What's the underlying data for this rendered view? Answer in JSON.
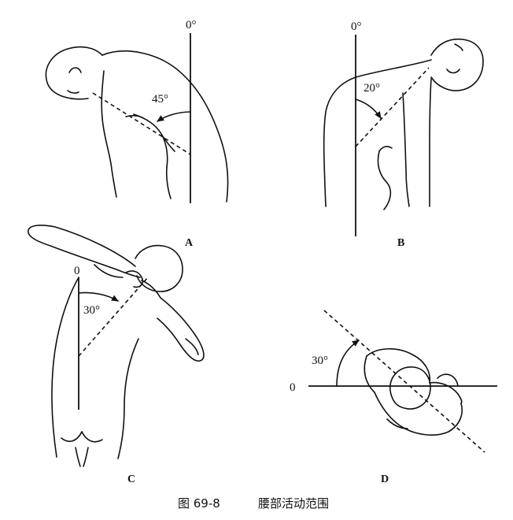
{
  "panels": {
    "a": {
      "letter": "A",
      "zero_label": "0°",
      "angle_label": "45°"
    },
    "b": {
      "letter": "B",
      "zero_label": "0°",
      "angle_label": "20°"
    },
    "c": {
      "letter": "C",
      "zero_label": "0",
      "angle_label": "30°"
    },
    "d": {
      "letter": "D",
      "zero_label": "0",
      "angle_label": "30°"
    }
  },
  "caption": {
    "figure_number": "图 69-8",
    "title": "腰部活动范围"
  },
  "colors": {
    "ink": "#111111",
    "background": "#ffffff"
  }
}
